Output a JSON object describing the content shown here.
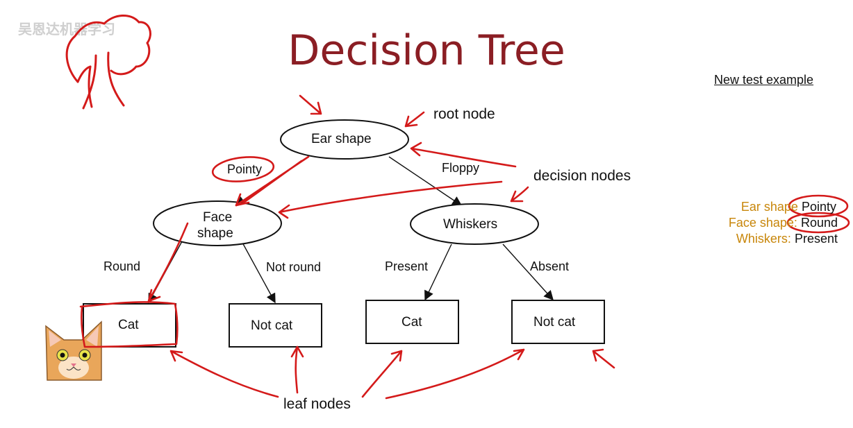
{
  "watermark": "吴恩达机器学习",
  "title": "Decision Tree",
  "nodes": {
    "root": "Ear shape",
    "left_decision_line1": "Face",
    "left_decision_line2": "shape",
    "right_decision": "Whiskers"
  },
  "leaves": [
    "Cat",
    "Not cat",
    "Cat",
    "Not cat"
  ],
  "edges": {
    "pointy": "Pointy",
    "floppy": "Floppy",
    "round": "Round",
    "not_round": "Not round",
    "present": "Present",
    "absent": "Absent"
  },
  "annotations": {
    "root_node": "root node",
    "decision_nodes": "decision nodes",
    "leaf_nodes": "leaf nodes"
  },
  "test_example": {
    "heading": "New test example",
    "features": [
      {
        "name": "Ear shape",
        "sep": "",
        "value": "Pointy"
      },
      {
        "name": "Face shape",
        "sep": ":",
        "value": "Round"
      },
      {
        "name": "Whiskers",
        "sep": ":",
        "value": "Present"
      }
    ]
  },
  "colors": {
    "title": "#8B1E24",
    "ink": "#D41A1A",
    "feature_name": "#C8860A"
  }
}
